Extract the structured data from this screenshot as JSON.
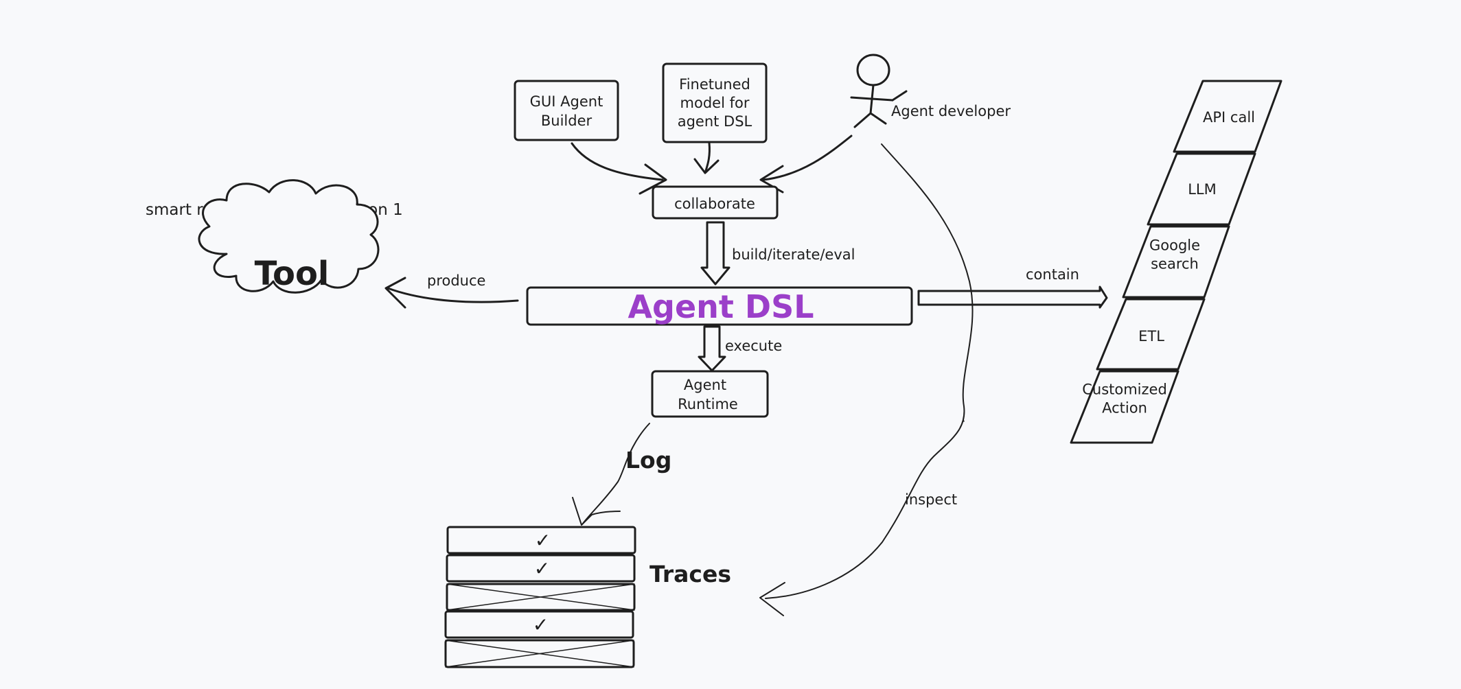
{
  "title": "smart resume analysis Verison 1",
  "nodes": {
    "gui_agent_builder": [
      "GUI Agent",
      "Builder"
    ],
    "finetuned_model": [
      "Finetuned",
      "model for",
      "agent DSL"
    ],
    "agent_developer": "Agent developer",
    "collaborate": "collaborate",
    "agent_dsl": "Agent DSL",
    "agent_runtime": [
      "Agent",
      "Runtime"
    ],
    "tool": "Tool",
    "traces": "Traces"
  },
  "edge_labels": {
    "build": "build/iterate/eval",
    "produce": "produce",
    "execute": "execute",
    "contain": "contain",
    "log": "Log",
    "inspect": "inspect"
  },
  "actions": [
    [
      "API call"
    ],
    [
      "LLM"
    ],
    [
      "Google",
      "search"
    ],
    [
      "ETL"
    ],
    [
      "Customized",
      "Action"
    ]
  ],
  "trace_rows": [
    "success",
    "success",
    "failure",
    "success",
    "failure"
  ],
  "trace_check_mark": "✓",
  "colors": {
    "ink": "#1e1e1e",
    "background": "#f8f9fb",
    "dsl_accent": "#9b3fc9"
  }
}
